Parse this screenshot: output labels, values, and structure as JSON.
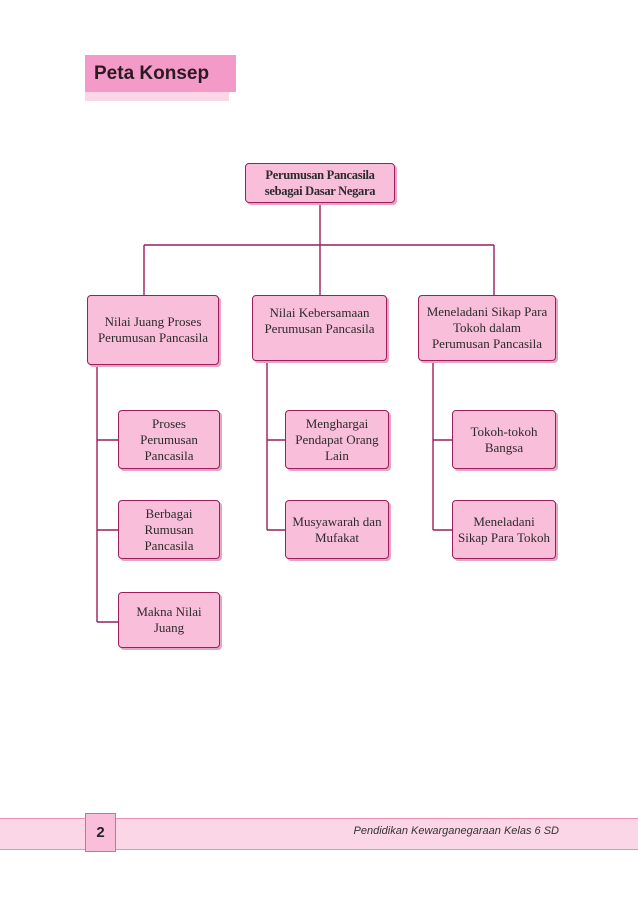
{
  "header": {
    "title": "Peta Konsep"
  },
  "concept_map": {
    "root": "Perumusan Pancasila sebagai Dasar Negara",
    "branches": [
      {
        "label": "Nilai Juang Proses Perumusan Pancasila",
        "children": [
          "Proses Perumusan Pancasila",
          "Berbagai Rumusan Pancasila",
          "Makna Nilai Juang"
        ]
      },
      {
        "label": "Nilai Kebersamaan Perumusan Pancasila",
        "children": [
          "Menghargai Pendapat Orang Lain",
          "Musyawarah dan Mufakat"
        ]
      },
      {
        "label": "Meneladani Sikap Para Tokoh dalam Perumusan Pancasila",
        "children": [
          "Tokoh-tokoh Bangsa",
          "Meneladani Sikap Para Tokoh"
        ]
      }
    ]
  },
  "footer": {
    "page_number": "2",
    "book_title": "Pendidikan Kewarganegaraan Kelas 6 SD"
  },
  "colors": {
    "node_fill": "#f9bfda",
    "node_border": "#9c1f5c",
    "title_fill": "#f49ac8"
  }
}
